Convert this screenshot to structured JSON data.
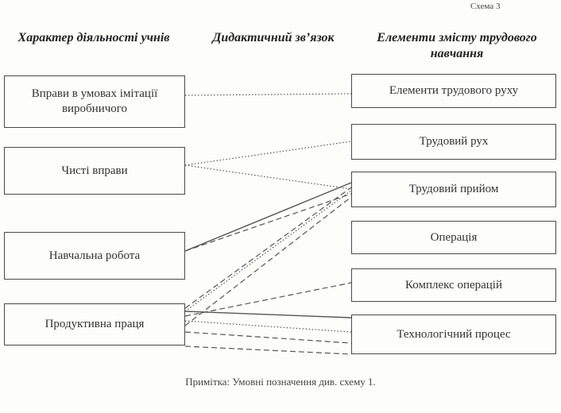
{
  "scheme_label": "Схема 3",
  "headers": {
    "left": "Характер діяльності учнів",
    "middle": "Дидактичний зв’язок",
    "right": "Елементи змісту трудового навчання"
  },
  "left_boxes": [
    "Вправи в умовах імітації виробничого",
    "Чисті вправи",
    "Навчальна робота",
    "Продуктивна праця"
  ],
  "right_boxes": [
    "Елементи трудового руху",
    "Трудовий рух",
    "Трудовий прийом",
    "Операція",
    "Комплекс операцій",
    "Технологічний процес"
  ],
  "note": "Примітка: Умовні позначення див. схему 1.",
  "links": [
    {
      "from": 0,
      "to": 0,
      "style": "dotted"
    },
    {
      "from": 1,
      "to": 1,
      "style": "dotted"
    },
    {
      "from": 1,
      "to": 2,
      "style": "dotted"
    },
    {
      "from": 2,
      "to": 2,
      "style": "solid"
    },
    {
      "from": 2,
      "to": 2,
      "style": "dashed"
    },
    {
      "from": 3,
      "to": 2,
      "style": "dashed"
    },
    {
      "from": 3,
      "to": 2,
      "style": "dotted"
    },
    {
      "from": 3,
      "to": 2,
      "style": "dashed"
    },
    {
      "from": 3,
      "to": 4,
      "style": "dashed"
    },
    {
      "from": 3,
      "to": 5,
      "style": "solid"
    },
    {
      "from": 3,
      "to": 5,
      "style": "dotted"
    },
    {
      "from": 3,
      "to": 5,
      "style": "dashed"
    },
    {
      "from": 3,
      "to": 5,
      "style": "dashed"
    }
  ],
  "colors": {
    "line": "#555555",
    "border": "#4a4a4a"
  }
}
